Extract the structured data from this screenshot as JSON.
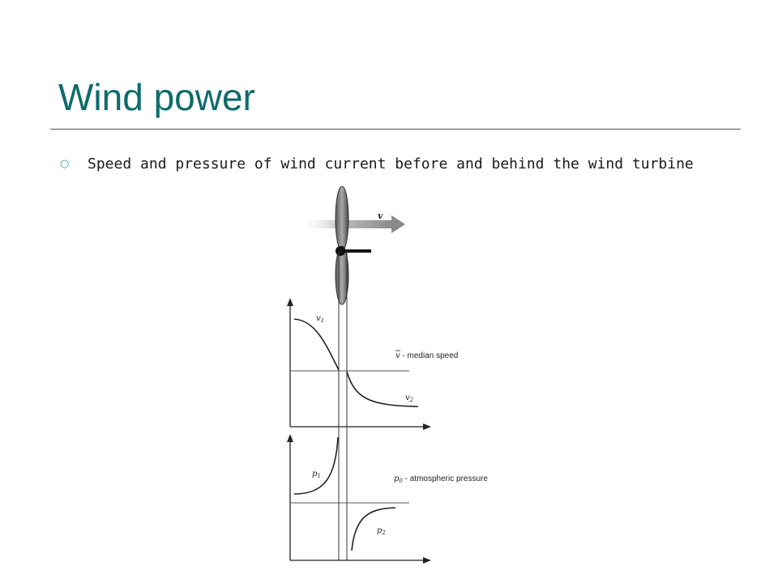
{
  "slide": {
    "title": "Wind power",
    "bullet_icon": "circle-bullet-icon",
    "bullet_text": "Speed and pressure of wind current before and behind the wind turbine"
  },
  "diagram": {
    "flow_label": "v",
    "v1_label": "v",
    "v1_sub": "1",
    "v2_label": "v",
    "v2_sub": "2",
    "median_symbol": "v",
    "median_text": " - median speed",
    "p1_label": "p",
    "p1_sub": "1",
    "p2_label": "p",
    "p2_sub": "2",
    "p0_symbol": "p",
    "p0_sub": "0",
    "p0_text": " - atmospheric pressure"
  },
  "colors": {
    "title": "#0e6b6b",
    "bullet": "#2f9f9f",
    "diagram_stroke": "#222222",
    "arrow_fill": "#8a8a8a"
  }
}
